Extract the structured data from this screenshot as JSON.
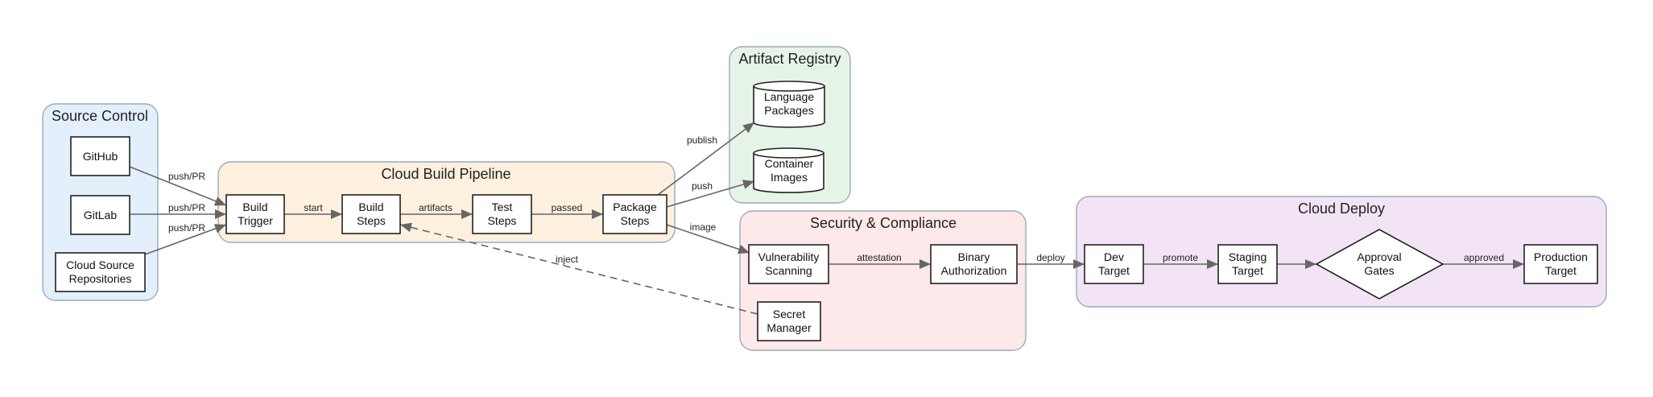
{
  "colors": {
    "source_control": "#e3f0fb",
    "pipeline": "#fdf0de",
    "registry": "#e6f4e8",
    "security": "#fde8ea",
    "deploy": "#f2e4f4",
    "cluster_border": "#9aaab8",
    "edge": "#666666"
  },
  "clusters": {
    "source_control": "Source Control",
    "pipeline": "Cloud Build Pipeline",
    "registry": "Artifact Registry",
    "security": "Security & Compliance",
    "deploy": "Cloud Deploy"
  },
  "nodes": {
    "github": [
      "GitHub"
    ],
    "gitlab": [
      "GitLab"
    ],
    "csr": [
      "Cloud Source",
      "Repositories"
    ],
    "build_trigger": [
      "Build",
      "Trigger"
    ],
    "build_steps": [
      "Build",
      "Steps"
    ],
    "test_steps": [
      "Test",
      "Steps"
    ],
    "package_steps": [
      "Package",
      "Steps"
    ],
    "language_packages": [
      "Language",
      "Packages"
    ],
    "container_images": [
      "Container",
      "Images"
    ],
    "vuln_scanning": [
      "Vulnerability",
      "Scanning"
    ],
    "binary_auth": [
      "Binary",
      "Authorization"
    ],
    "secret_manager": [
      "Secret",
      "Manager"
    ],
    "dev_target": [
      "Dev",
      "Target"
    ],
    "staging_target": [
      "Staging",
      "Target"
    ],
    "approval_gates": [
      "Approval",
      "Gates"
    ],
    "production_target": [
      "Production",
      "Target"
    ]
  },
  "edges": {
    "github_trigger": "push/PR",
    "gitlab_trigger": "push/PR",
    "csr_trigger": "push/PR",
    "trigger_build": "start",
    "build_test": "artifacts",
    "test_package": "passed",
    "package_lang": "publish",
    "package_container": "push",
    "package_vuln": "image",
    "secret_build": "inject",
    "vuln_binary": "attestation",
    "binary_dev": "deploy",
    "dev_staging": "promote",
    "staging_gates": "",
    "gates_prod": "approved"
  }
}
